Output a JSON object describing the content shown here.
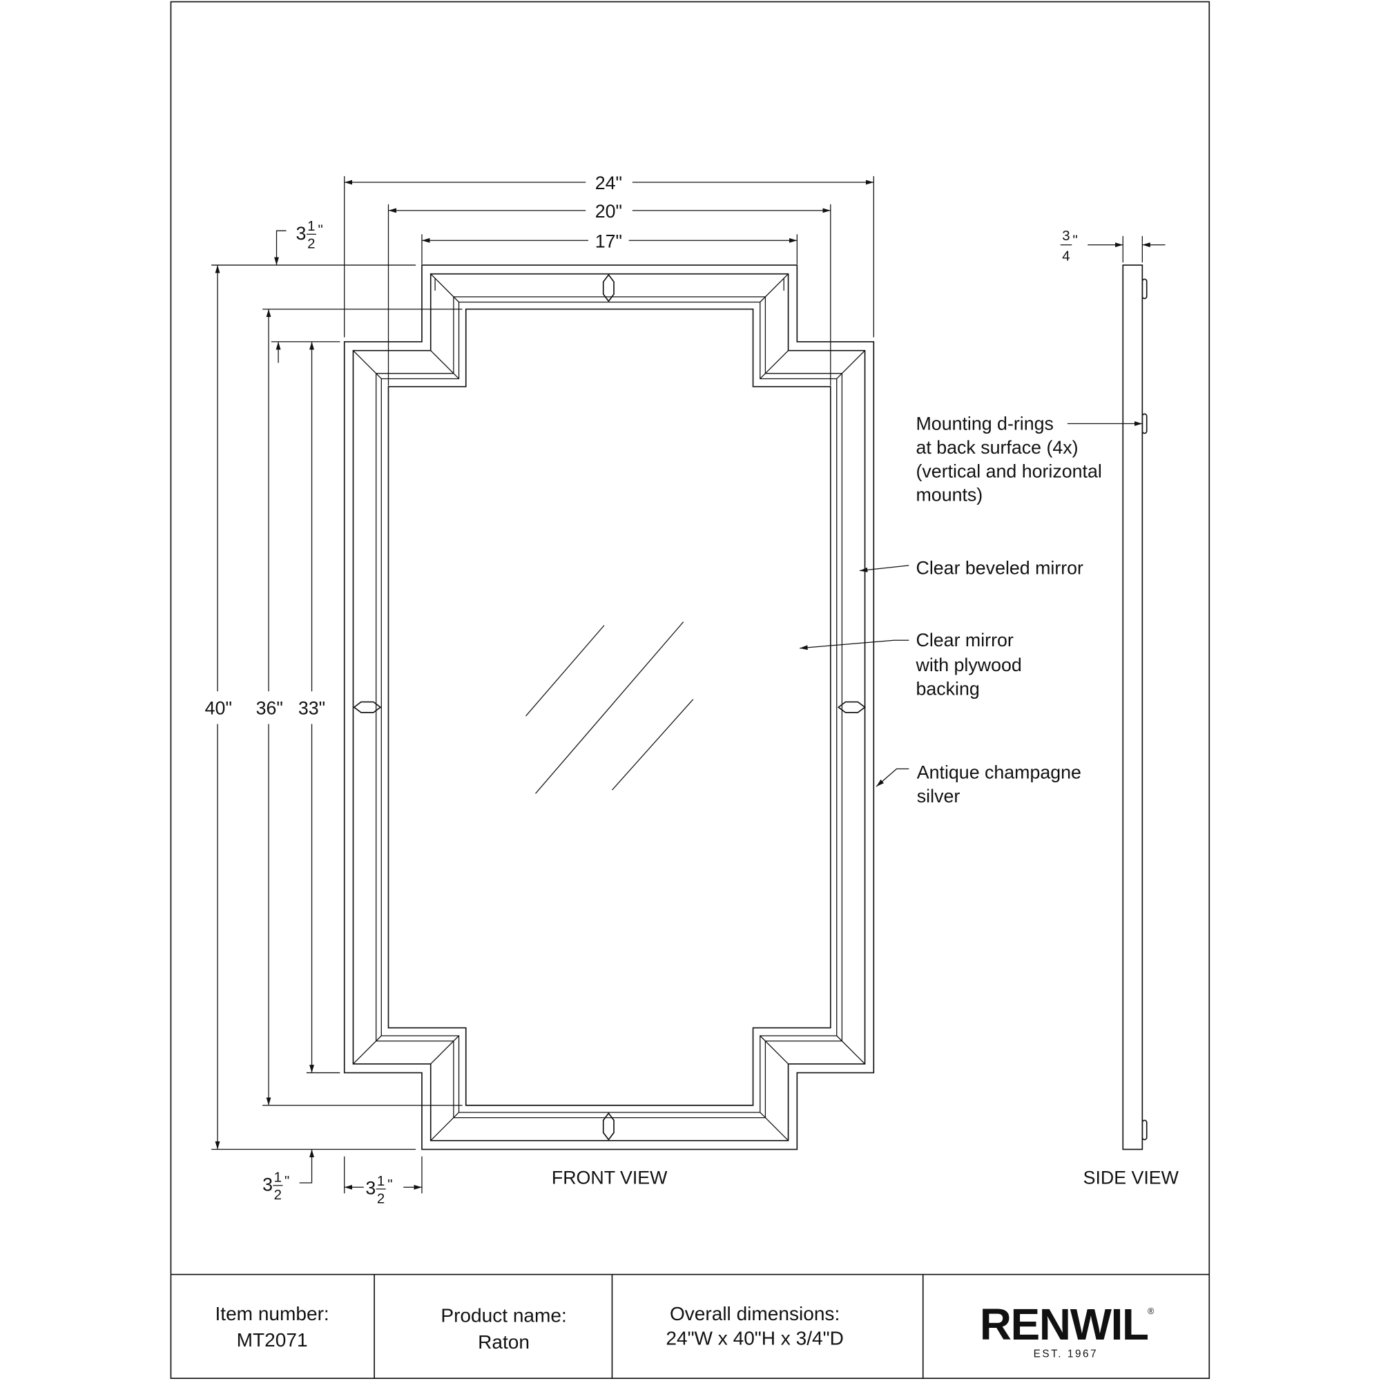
{
  "dimensions": {
    "overall_width": "24\"",
    "inner_width": "20\"",
    "top_width": "17\"",
    "overall_height": "40\"",
    "mid_height": "36\"",
    "inner_height": "33\"",
    "step_whole": "3",
    "step_num": "1",
    "step_den": "2",
    "inch": "\"",
    "depth_num": "3",
    "depth_den": "4"
  },
  "callouts": {
    "d_rings": [
      "Mounting d-rings",
      "at back surface (4x)",
      "(vertical and horizontal",
      "mounts)"
    ],
    "beveled": "Clear beveled  mirror",
    "mirror": [
      "Clear  mirror",
      "with plywood",
      "backing"
    ],
    "finish": [
      "Antique champagne",
      "silver"
    ]
  },
  "views": {
    "front": "FRONT VIEW",
    "side": "SIDE VIEW"
  },
  "title_block": {
    "item_label": "Item number:",
    "item_value": "MT2071",
    "product_label": "Product name:",
    "product_value": "Raton",
    "dims_label": "Overall dimensions:",
    "dims_value": "24\"W x 40\"H x 3/4\"D",
    "brand": "RENWIL",
    "brand_mark": "®",
    "brand_est": "EST. 1967"
  }
}
